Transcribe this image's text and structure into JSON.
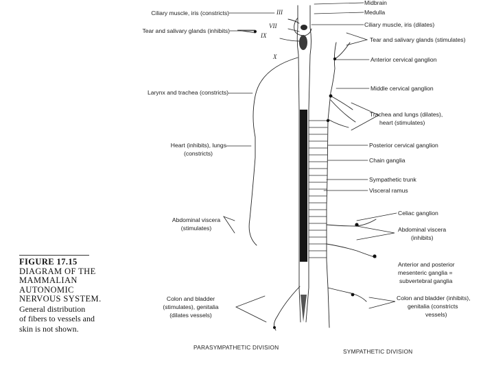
{
  "left_labels": {
    "ciliary": "Ciliary muscle, iris (constricts)",
    "tear": "Tear and salivary glands (inhibits)",
    "larynx": "Larynx and trachea (constricts)",
    "heart_1": "Heart (inhibits), lungs",
    "heart_2": "(constricts)",
    "abdominal_1": "Abdominal viscera",
    "abdominal_2": "(stimulates)",
    "colon_1": "Colon and bladder",
    "colon_2": "(stimulates), genitalia",
    "colon_3": "(dilates vessels)"
  },
  "cranial_nerves": [
    "III",
    "VII",
    "IX",
    "X"
  ],
  "right_labels": {
    "midbrain": "Midbrain",
    "medulla": "Medulla",
    "ciliary": "Ciliary muscle, iris (dilates)",
    "tear": "Tear and salivary glands (stimulates)",
    "anterior_cervical": "Anterior cervical ganglion",
    "middle_cervical": "Middle cervical ganglion",
    "trachea_1": "Trachea and lungs (dilates),",
    "trachea_2": "heart (stimulates)",
    "posterior_cervical": "Posterior cervical ganglion",
    "chain": "Chain ganglia",
    "sympathetic_trunk": "Sympathetic trunk",
    "visceral_ramus": "Visceral ramus",
    "celiac": "Celiac ganglion",
    "abdominal_1": "Abdominal viscera",
    "abdominal_2": "(inhibits)",
    "mesenteric_1": "Anterior and posterior",
    "mesenteric_2": "mesenteric ganglia =",
    "mesenteric_3": "subvertebral ganglia",
    "colon_1": "Colon and bladder (inhibits),",
    "colon_2": "genitalia (constricts",
    "colon_3": "vessels)"
  },
  "divisions": {
    "parasympathetic": "PARASYMPATHETIC DIVISION",
    "sympathetic": "SYMPATHETIC DIVISION"
  },
  "caption": {
    "title_1": "FIGURE 17.15",
    "title_2": "DIAGRAM OF THE",
    "title_3": "MAMMALIAN",
    "title_4": "AUTONOMIC",
    "title_5": "NERVOUS SYSTEM.",
    "body_1": "General distribution",
    "body_2": "of fibers to vessels and",
    "body_3": "skin is not shown."
  }
}
